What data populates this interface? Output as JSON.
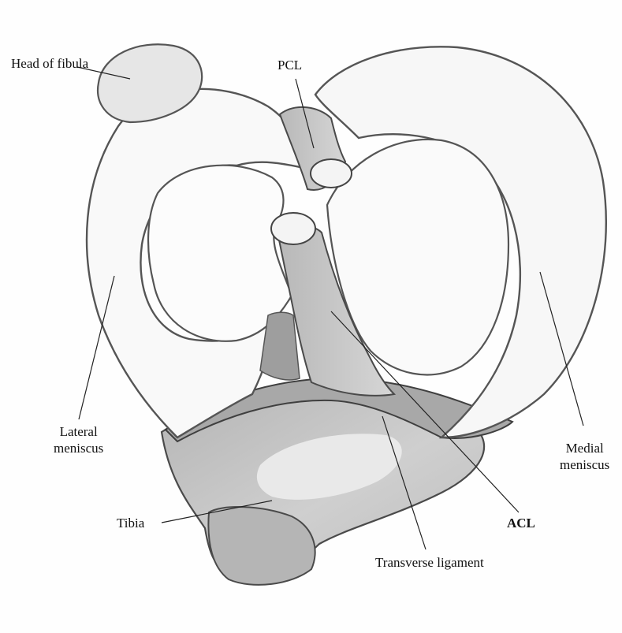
{
  "labels": {
    "head_of_fibula": "Head of fibula",
    "pcl": "PCL",
    "lateral_meniscus_1": "Lateral",
    "lateral_meniscus_2": "meniscus",
    "medial_meniscus_1": "Medial",
    "medial_meniscus_2": "meniscus",
    "tibia": "Tibia",
    "acl": "ACL",
    "transverse_ligament": "Transverse ligament"
  }
}
